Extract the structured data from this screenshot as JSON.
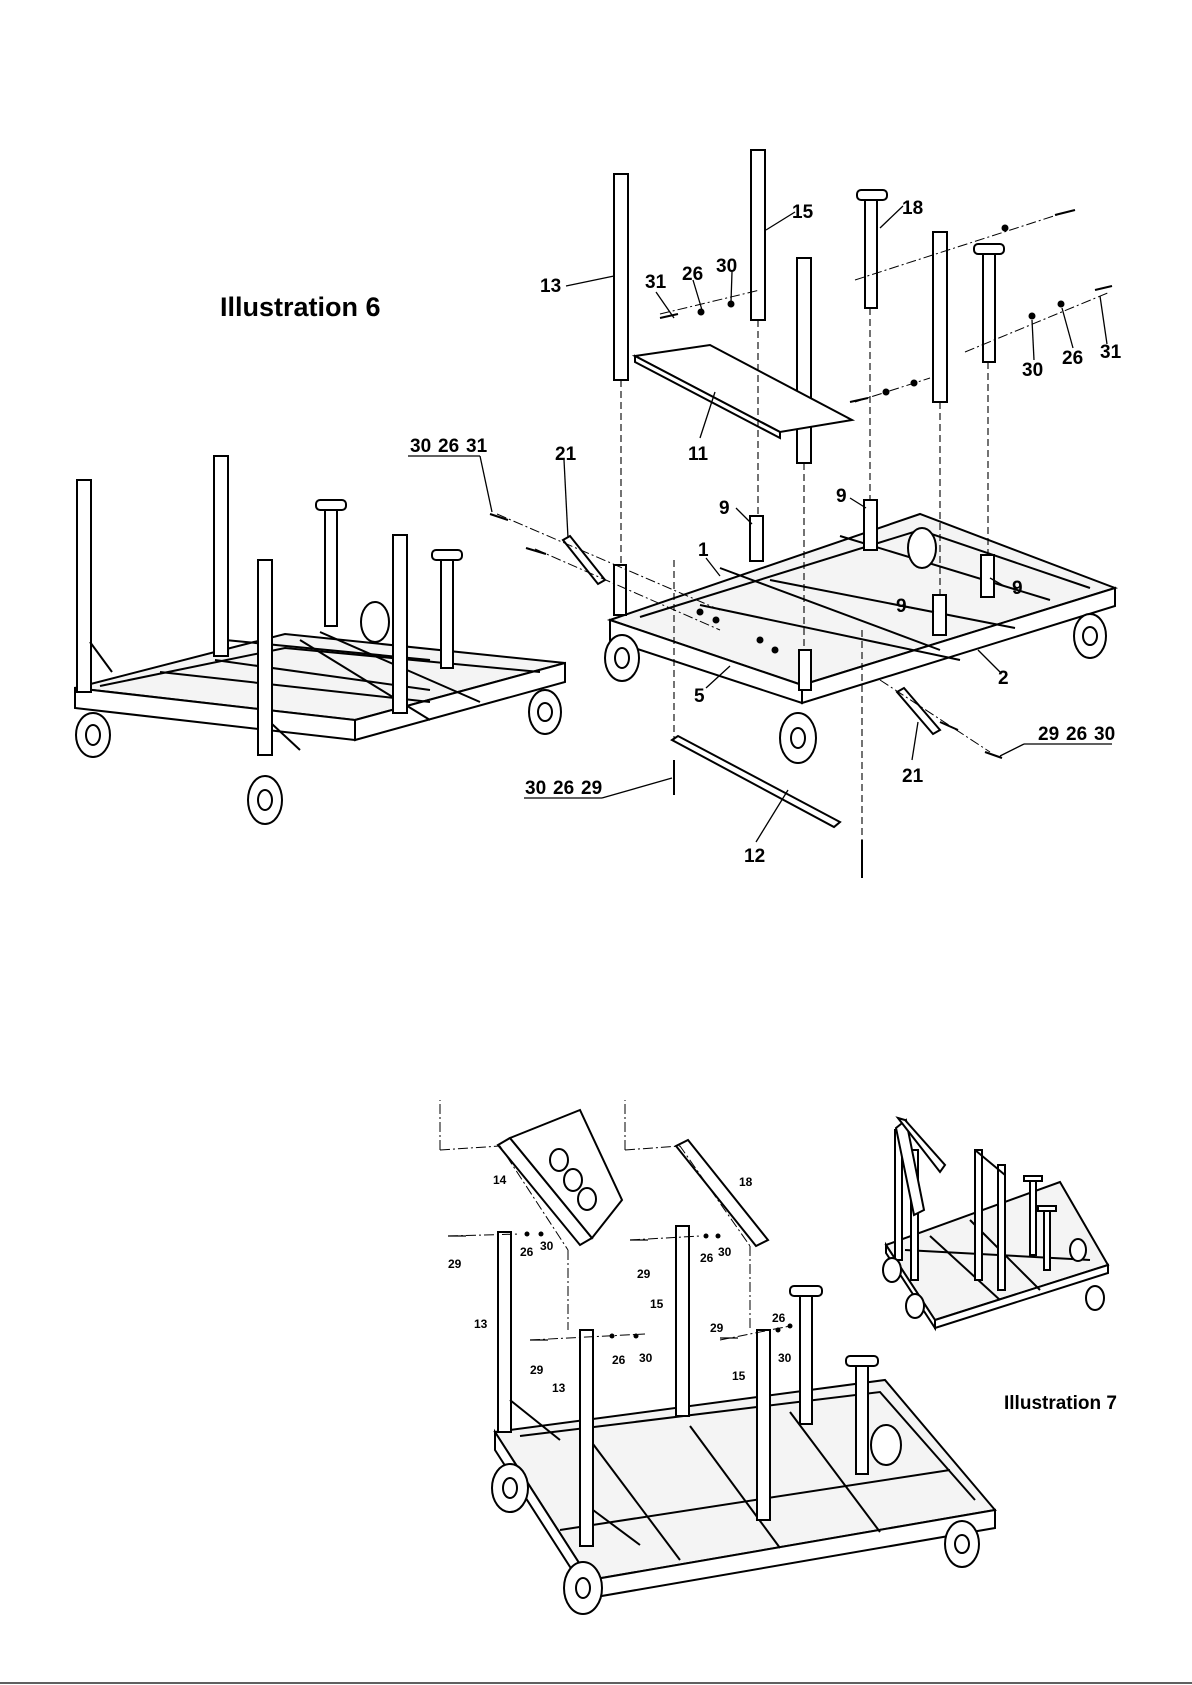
{
  "illustration6": {
    "title": "Illustration 6",
    "labels": {
      "p13": "13",
      "p31": "31",
      "p26": "26",
      "p30": "30",
      "p15": "15",
      "p18": "18",
      "p30b": "30",
      "p26b": "26",
      "p31b": "31",
      "p11": "11",
      "g1a": "30",
      "g1b": "26",
      "g1c": "31",
      "p21": "21",
      "p9a": "9",
      "p9b": "9",
      "p9c": "9",
      "p9d": "9",
      "p1": "1",
      "p5": "5",
      "p2": "2",
      "p21b": "21",
      "g2a": "29",
      "g2b": "26",
      "g2c": "30",
      "g3a": "30",
      "g3b": "26",
      "g3c": "29",
      "p12": "12"
    }
  },
  "illustration7": {
    "title": "Illustration 7",
    "labels": {
      "p14": "14",
      "p18": "18",
      "p29a": "29",
      "p26a": "26",
      "p30a": "30",
      "p29b": "29",
      "p26b": "26",
      "p30b": "30",
      "p15a": "15",
      "p13a": "13",
      "p29c": "29",
      "p26c": "26",
      "p30c": "30",
      "p29d": "29",
      "p26d": "26",
      "p30d": "30",
      "p13b": "13",
      "p15b": "15"
    }
  }
}
